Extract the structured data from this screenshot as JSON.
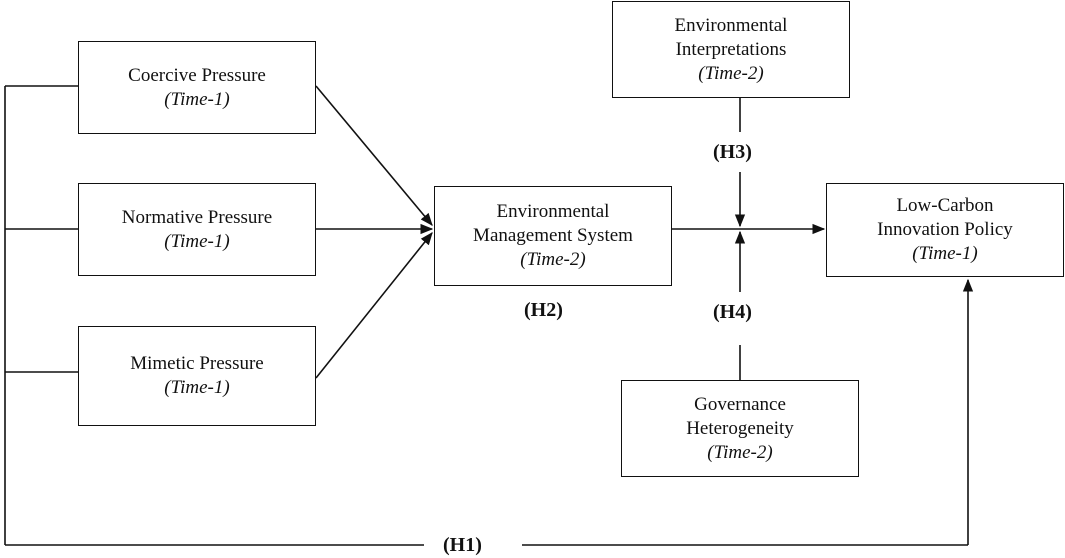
{
  "boxes": {
    "coercive": {
      "line1": "Coercive Pressure",
      "time": "(Time-1)"
    },
    "normative": {
      "line1": "Normative Pressure",
      "time": "(Time-1)"
    },
    "mimetic": {
      "line1": "Mimetic Pressure",
      "time": "(Time-1)"
    },
    "ems": {
      "line1": "Environmental",
      "line2": "Management System",
      "time": "(Time-2)"
    },
    "interpretations": {
      "line1": "Environmental",
      "line2": "Interpretations",
      "time": "(Time-2)"
    },
    "governance": {
      "line1": "Governance",
      "line2": "Heterogeneity",
      "time": "(Time-2)"
    },
    "lowcarbon": {
      "line1": "Low-Carbon",
      "line2": "Innovation Policy",
      "time": "(Time-1)"
    }
  },
  "hypotheses": {
    "h1": "(H1)",
    "h2": "(H2)",
    "h3": "(H3)",
    "h4": "(H4)"
  }
}
